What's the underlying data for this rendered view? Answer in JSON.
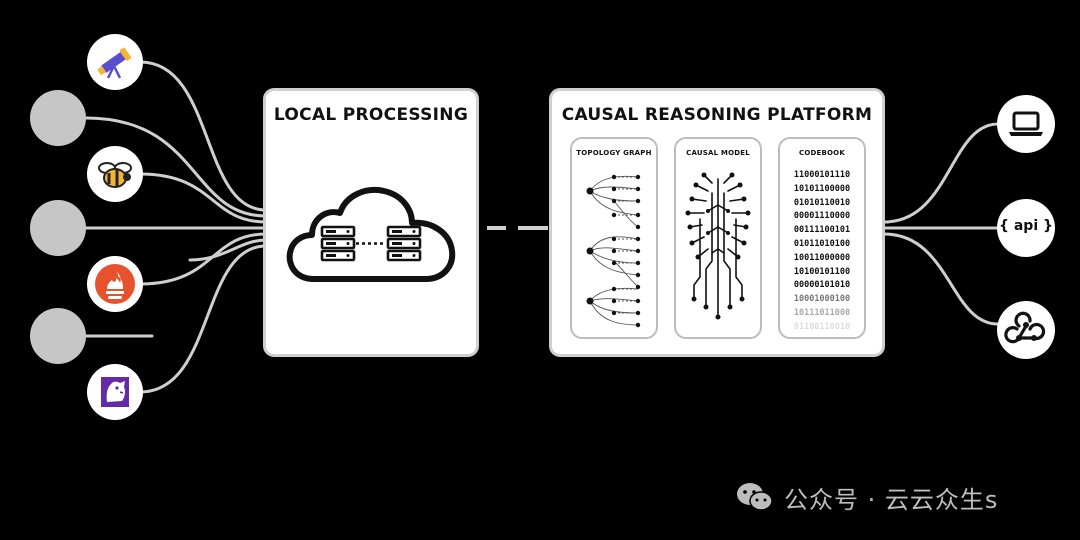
{
  "colors": {
    "background": "#000000",
    "box": "#ffffff",
    "line": "#cfcfcf",
    "source_gray": "#c6c6c6",
    "prometheus": "#e6522c",
    "text": "#111111",
    "watermark": "#bdbdbd"
  },
  "local_box": {
    "title": "LOCAL PROCESSING",
    "icon": "cloud-with-servers-icon"
  },
  "platform": {
    "title": "CAUSAL REASONING PLATFORM",
    "panels": {
      "topology": {
        "title": "TOPOLOGY GRAPH",
        "icon": "topology-graph-icon"
      },
      "causal": {
        "title": "CAUSAL MODEL",
        "icon": "circuit-brain-icon"
      },
      "codebook": {
        "title": "CODEBOOK",
        "lines": [
          "11000101110",
          "10101100000",
          "01010110010",
          "00001110000",
          "00111100101",
          "01011010100",
          "10011000000",
          "10100101100",
          "00000101010",
          "10001000100",
          "10111011000",
          "01100110010"
        ]
      }
    }
  },
  "sources": [
    {
      "icon": "telescope-icon",
      "style": "white"
    },
    {
      "icon": "blank-circle",
      "style": "gray"
    },
    {
      "icon": "bee-icon",
      "style": "white"
    },
    {
      "icon": "blank-circle",
      "style": "gray"
    },
    {
      "icon": "prometheus-icon",
      "style": "white"
    },
    {
      "icon": "blank-circle",
      "style": "gray"
    },
    {
      "icon": "datadog-dog-icon",
      "style": "white"
    }
  ],
  "outputs": [
    {
      "icon": "laptop-icon"
    },
    {
      "icon": "api-icon",
      "label": "{ api }"
    },
    {
      "icon": "webhook-icon"
    }
  ],
  "watermark": {
    "icon": "wechat-icon",
    "text": "公众号 · 云云众生s"
  }
}
